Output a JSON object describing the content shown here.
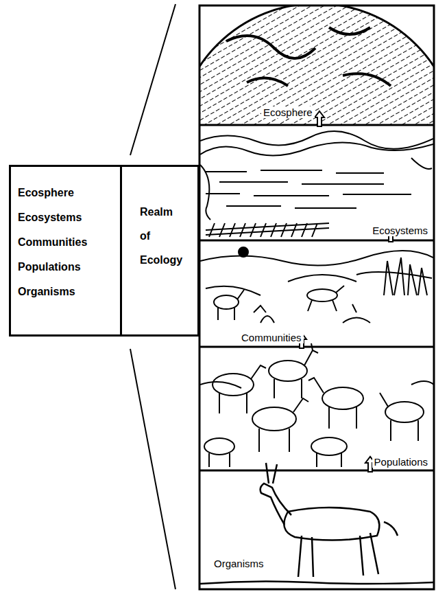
{
  "diagram": {
    "nodes": [
      {
        "text": [
          "Ecosphere",
          "Ecosystems",
          "Communities",
          "Populations",
          "Organisms"
        ]
      },
      {
        "text": [
          "Realm of Ecology"
        ]
      },
      {
        "text": [
          "Ecosphere"
        ]
      },
      {
        "text": [
          "Ecosystems"
        ]
      },
      {
        "text": [
          "Communities"
        ]
      },
      {
        "text": [
          "Populations"
        ]
      },
      {
        "text": [
          "Organisms"
        ]
      }
    ],
    "edges": [
      {
        "from": 6,
        "to": 5,
        "arrow": "to"
      },
      {
        "from": 5,
        "to": 4,
        "arrow": "to"
      },
      {
        "from": 4,
        "to": 3,
        "arrow": "to"
      },
      {
        "from": 3,
        "to": 2,
        "arrow": "to"
      }
    ]
  }
}
